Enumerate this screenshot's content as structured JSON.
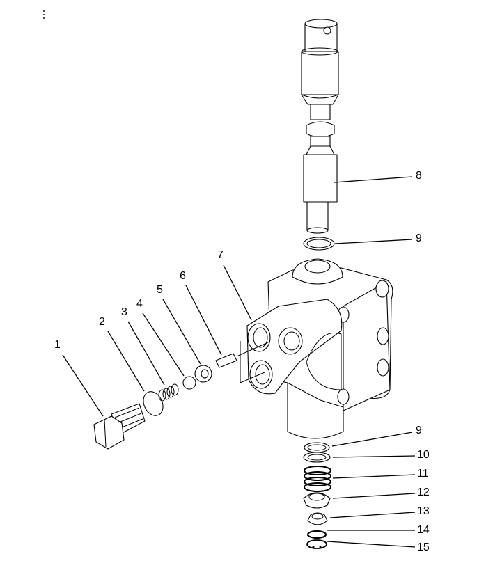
{
  "menu_icon": "vertical-ellipsis-icon",
  "callouts": [
    {
      "id": "1",
      "label": "1"
    },
    {
      "id": "2",
      "label": "2"
    },
    {
      "id": "3",
      "label": "3"
    },
    {
      "id": "4",
      "label": "4"
    },
    {
      "id": "5",
      "label": "5"
    },
    {
      "id": "6",
      "label": "6"
    },
    {
      "id": "7",
      "label": "7"
    },
    {
      "id": "8",
      "label": "8"
    },
    {
      "id": "9a",
      "label": "9"
    },
    {
      "id": "9b",
      "label": "9"
    },
    {
      "id": "10",
      "label": "10"
    },
    {
      "id": "11",
      "label": "11"
    },
    {
      "id": "12",
      "label": "12"
    },
    {
      "id": "13",
      "label": "13"
    },
    {
      "id": "14",
      "label": "14"
    },
    {
      "id": "15",
      "label": "15"
    }
  ]
}
